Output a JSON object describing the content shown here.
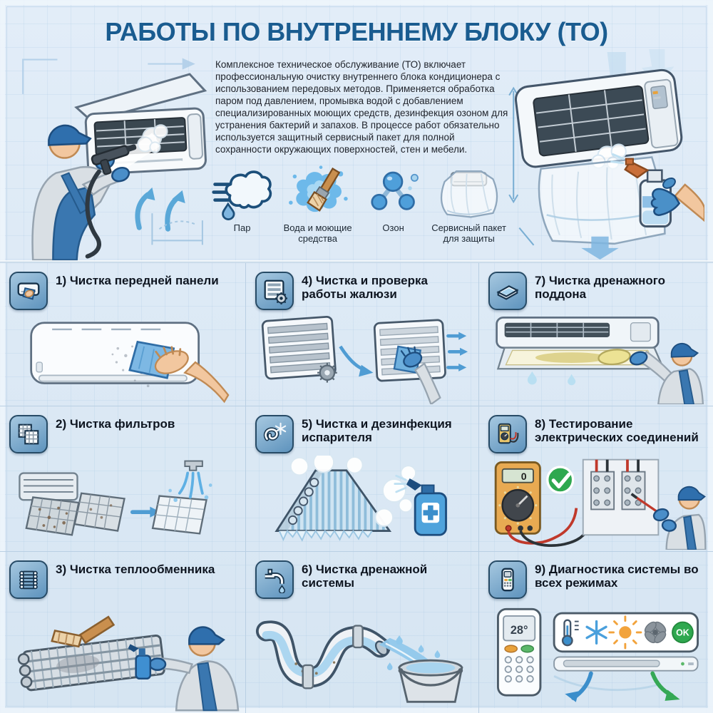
{
  "poster": {
    "title": "РАБОТЫ ПО ВНУТРЕННЕМУ БЛОКУ (ТО)",
    "intro": "Комплексное техническое обслуживание (ТО) включает профессиональную очистку внутреннего блока кондиционера с использованием передовых методов. Применяется обработка паром под давлением, промывка водой с добавлением специализированных моющих средств, дезинфекция озоном для устранения бактерий и запахов. В процессе работ обязательно используется защитный сервисный пакет для полной сохранности окружающих поверхностей, стен и мебели."
  },
  "legend": {
    "items": [
      {
        "icon": "steam-icon",
        "label": "Пар"
      },
      {
        "icon": "water-detergents-icon",
        "label": "Вода и моющие средства"
      },
      {
        "icon": "ozone-molecule-icon",
        "label": "Озон"
      },
      {
        "icon": "service-bag-icon",
        "label": "Сервисный пакет для защиты"
      }
    ]
  },
  "steps": [
    {
      "icon": "front-panel-icon",
      "label": "1) Чистка передней панели"
    },
    {
      "icon": "filters-icon",
      "label": "2) Чистка фильтров"
    },
    {
      "icon": "heat-exchanger-icon",
      "label": "3) Чистка теплообменника"
    },
    {
      "icon": "louvers-gear-icon",
      "label": "4) Чистка и проверка работы жалюзи"
    },
    {
      "icon": "evaporator-icon",
      "label": "5) Чистка и дезинфекция испарителя"
    },
    {
      "icon": "drain-faucet-icon",
      "label": "6) Чистка дренажной системы"
    },
    {
      "icon": "drain-pan-icon",
      "label": "7) Чистка дренажного поддона"
    },
    {
      "icon": "multimeter-icon",
      "label": "8) Тестирование электрических соединений"
    },
    {
      "icon": "remote-icon",
      "label": "9) Диагностика системы во всех режимах"
    }
  ],
  "figures": {
    "remote_display": "28°",
    "multimeter_display": "0",
    "ok_badge": "OK"
  },
  "colors": {
    "background": "#d9e7f4",
    "title_blue": "#1a5c90",
    "accent_blue": "#4f9cd3",
    "tile_blue": "#6f9fc6",
    "ok_green": "#2fa84f",
    "sun_orange": "#f2a33c"
  }
}
